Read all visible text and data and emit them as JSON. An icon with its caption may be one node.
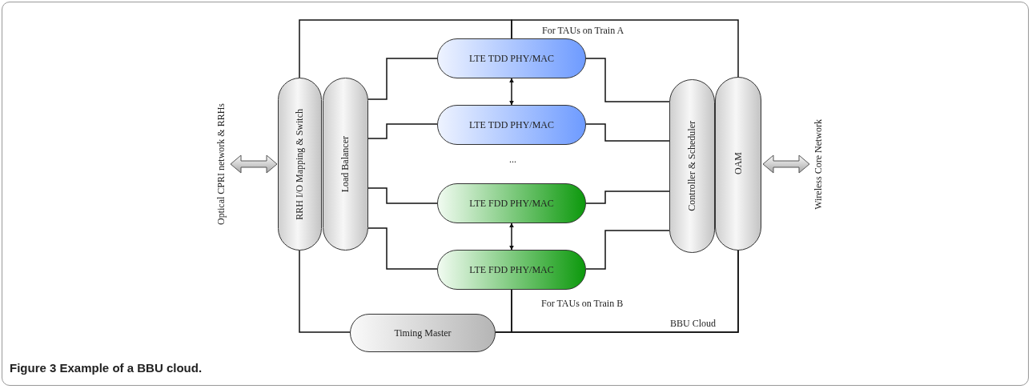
{
  "diagram": {
    "caption": "Figure 3 Example of a BBU cloud.",
    "nodes": [
      {
        "text": [
          "Optical CPRI network & RRHs"
        ]
      },
      {
        "text": [
          "RRH I/O Mapping & Switch"
        ]
      },
      {
        "text": [
          "Load Balancer"
        ]
      },
      {
        "text": [
          "LTE TDD PHY/MAC"
        ]
      },
      {
        "text": [
          "LTE TDD PHY/MAC"
        ]
      },
      {
        "text": [
          "LTE FDD PHY/MAC"
        ]
      },
      {
        "text": [
          "LTE FDD PHY/MAC"
        ]
      },
      {
        "text": [
          "Timing Master"
        ]
      },
      {
        "text": [
          "Controller & Scheduler"
        ]
      },
      {
        "text": [
          "OAM"
        ]
      },
      {
        "text": [
          "Wireless Core Network"
        ]
      }
    ],
    "edges": [
      {
        "from": 0,
        "to": 1,
        "arrow": "both",
        "style": "thick"
      },
      {
        "from": 1,
        "to": 3,
        "arrow": "none"
      },
      {
        "from": 3,
        "to": 9,
        "arrow": "none"
      },
      {
        "from": 2,
        "to": 3,
        "arrow": "none"
      },
      {
        "from": 2,
        "to": 4,
        "arrow": "none"
      },
      {
        "from": 2,
        "to": 5,
        "arrow": "none"
      },
      {
        "from": 2,
        "to": 6,
        "arrow": "none"
      },
      {
        "from": 3,
        "to": 8,
        "arrow": "none"
      },
      {
        "from": 4,
        "to": 8,
        "arrow": "none"
      },
      {
        "from": 5,
        "to": 8,
        "arrow": "none"
      },
      {
        "from": 6,
        "to": 8,
        "arrow": "none"
      },
      {
        "from": 3,
        "to": 4,
        "arrow": "both"
      },
      {
        "from": 5,
        "to": 6,
        "arrow": "both"
      },
      {
        "from": 1,
        "to": 7,
        "arrow": "none"
      },
      {
        "from": 7,
        "to": 9,
        "arrow": "none"
      },
      {
        "from": 6,
        "to": 7,
        "arrow": "none"
      },
      {
        "from": 6,
        "to": 9,
        "arrow": "none"
      },
      {
        "from": 9,
        "to": 10,
        "arrow": "both",
        "style": "thick"
      }
    ],
    "labels": [
      "For TAUs on Train A",
      "...",
      "For TAUs on Train B",
      "BBU Cloud"
    ]
  }
}
